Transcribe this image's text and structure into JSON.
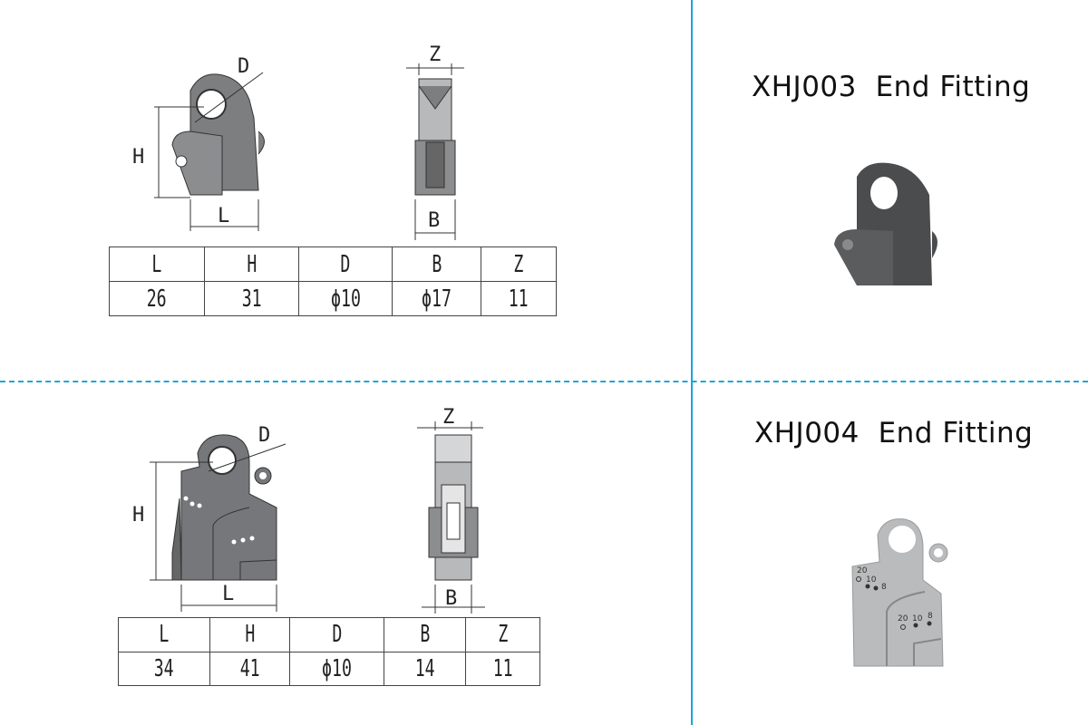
{
  "products": [
    {
      "title": "XHJ003  End Fitting",
      "drawing_labels": {
        "D": "D",
        "H": "H",
        "L": "L",
        "Z": "Z",
        "B": "B"
      },
      "table": {
        "headers": [
          "L",
          "H",
          "D",
          "B",
          "Z"
        ],
        "values": [
          "26",
          "31",
          "ϕ10",
          "ϕ17",
          "11"
        ]
      },
      "photo_color": "#4a4c4e"
    },
    {
      "title": "XHJ004  End Fitting",
      "drawing_labels": {
        "D": "D",
        "H": "H",
        "L": "L",
        "Z": "Z",
        "B": "B"
      },
      "table": {
        "headers": [
          "L",
          "H",
          "D",
          "B",
          "Z"
        ],
        "values": [
          "34",
          "41",
          "ϕ10",
          "14",
          "11"
        ]
      },
      "photo_color": "#b9bbbd",
      "photo_stamps": [
        "20",
        "10",
        "8",
        "20",
        "10",
        "8"
      ]
    }
  ],
  "colors": {
    "divider": "#1aa6d6"
  }
}
